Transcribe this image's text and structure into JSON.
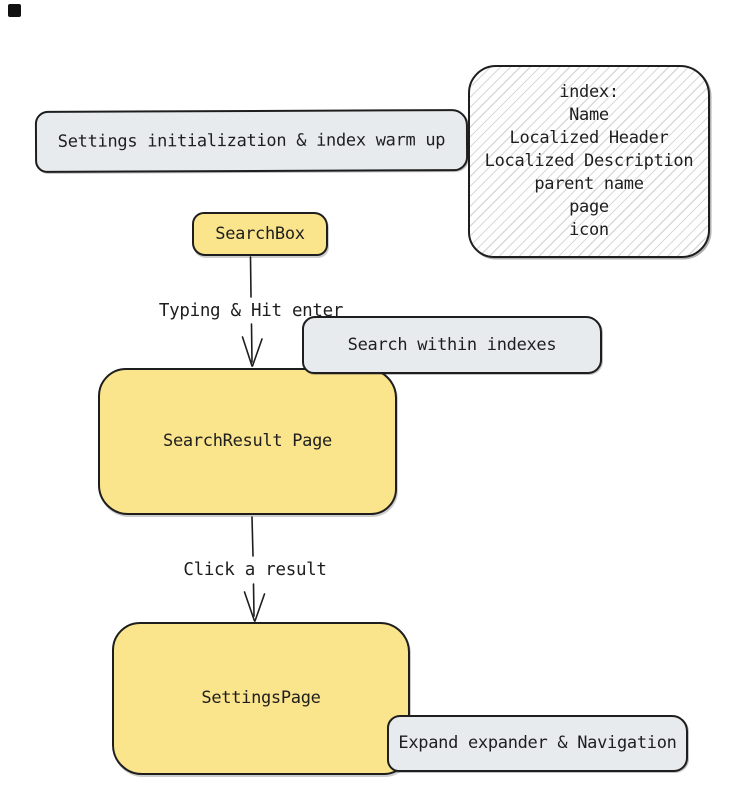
{
  "diagram": {
    "colors": {
      "yellow_fill": "#fae48c",
      "gray_fill": "#e8ebee",
      "stroke": "#1e1e1e",
      "hatch_line": "#d9d9d9",
      "background": "#ffffff"
    },
    "nodes": {
      "settings_init": {
        "label": "Settings initialization & index warm up"
      },
      "index_note": {
        "lines": [
          "index:",
          "Name",
          "Localized Header",
          "Localized Description",
          "parent name",
          "page",
          "icon"
        ]
      },
      "search_box": {
        "label": "SearchBox"
      },
      "search_within": {
        "label": "Search within indexes"
      },
      "search_result": {
        "label": "SearchResult Page"
      },
      "settings_page": {
        "label": "SettingsPage"
      },
      "expand_nav": {
        "label": "Expand expander & Navigation"
      }
    },
    "edges": {
      "typing": {
        "label": "Typing & Hit enter"
      },
      "click": {
        "label": "Click a result"
      }
    }
  }
}
